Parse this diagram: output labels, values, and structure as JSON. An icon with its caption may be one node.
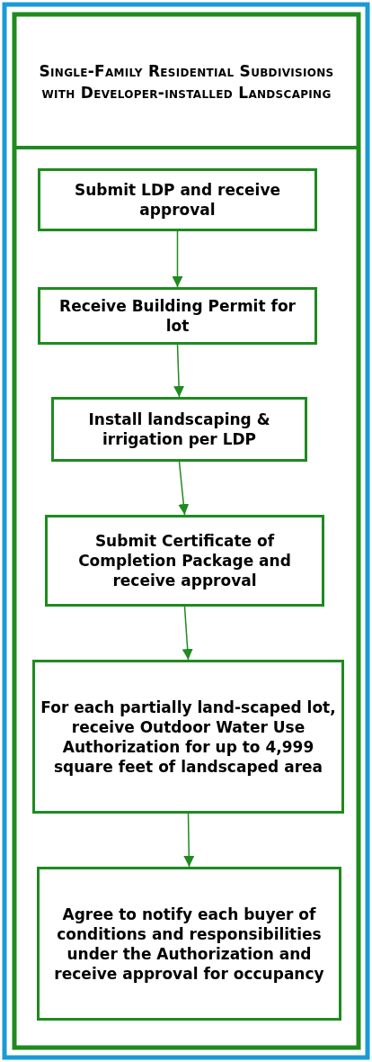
{
  "diagram": {
    "nodes": [
      {
        "text": [
          "Single-Family Residential Subdivisions with Developer-installed Landscaping"
        ]
      },
      {
        "text": [
          "Submit LDP and receive approval"
        ]
      },
      {
        "text": [
          "Receive Building Permit for lot"
        ]
      },
      {
        "text": [
          "Install landscaping & irrigation per LDP"
        ]
      },
      {
        "text": [
          "Submit Certificate of Completion Package and receive approval"
        ]
      },
      {
        "text": [
          "For each partially land-scaped lot, receive Outdoor Water Use Authorization for up to 4,999 square feet of landscaped area"
        ]
      },
      {
        "text": [
          "Agree to notify each buyer of conditions and responsibilities under the Authorization and receive approval for occupancy"
        ]
      }
    ],
    "edges": [
      {
        "from": 1,
        "to": 2,
        "arrow": "to"
      },
      {
        "from": 2,
        "to": 3,
        "arrow": "to"
      },
      {
        "from": 3,
        "to": 4,
        "arrow": "to"
      },
      {
        "from": 4,
        "to": 5,
        "arrow": "to"
      },
      {
        "from": 5,
        "to": 6,
        "arrow": "to"
      }
    ]
  }
}
